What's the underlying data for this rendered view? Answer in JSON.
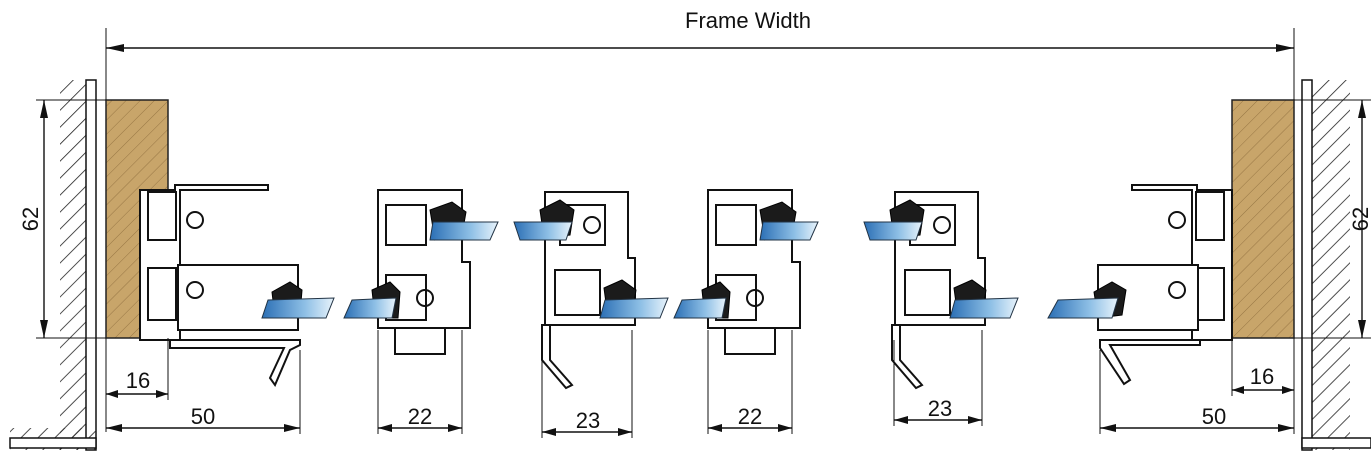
{
  "labels": {
    "frame_width": "Frame Width",
    "height_left": "62",
    "height_right": "62",
    "d16_left": "16",
    "d50_left": "50",
    "d22_a": "22",
    "d23_a": "23",
    "d22_b": "22",
    "d23_b": "23",
    "d50_right": "50",
    "d16_right": "16"
  },
  "colors": {
    "wood": "#c8a56a",
    "glass": "#3a7fc0",
    "gasket": "#1b1b1b",
    "line": "#111111"
  }
}
